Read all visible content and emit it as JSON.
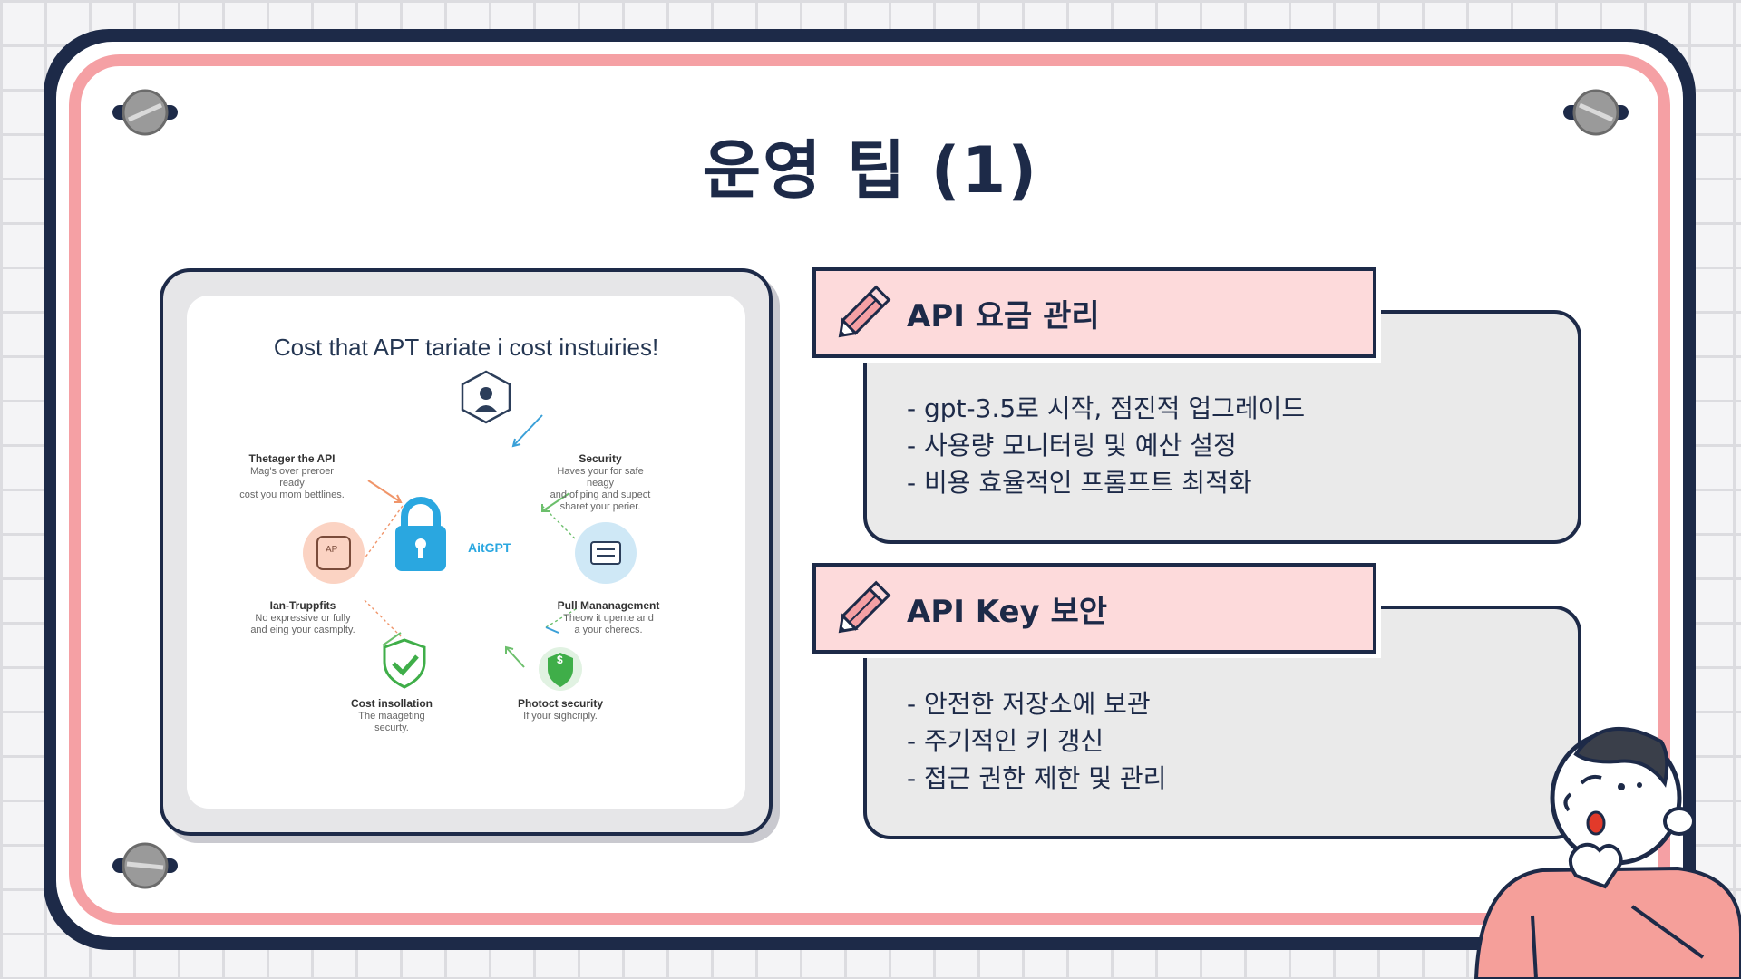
{
  "slide": {
    "title": "운영 팁 (1)"
  },
  "infographic": {
    "title": "Cost that APT tariate i cost instuiries!",
    "center_label": "AitGPT",
    "items": [
      {
        "heading": "Thetager the API",
        "text1": "Mag's over preroer ready",
        "text2": "cost you mom bettlines."
      },
      {
        "heading": "Security",
        "text1": "Haves your for safe neagy",
        "text2": "and ofiping and supect",
        "text3": "sharet your perier."
      },
      {
        "heading": "Ian-Truppfits",
        "text1": "No expressive or fully",
        "text2": "and eing your casmplty."
      },
      {
        "heading": "Pull Mananagement",
        "text1": "Theow it upente and",
        "text2": "a your chereсs."
      },
      {
        "heading": "Cost insollation",
        "text1": "The maageting",
        "text2": "securty."
      },
      {
        "heading": "Photoct security",
        "text1": "If your sighcriply."
      }
    ],
    "icon_badge_text": "AP",
    "shield_symbol": "$"
  },
  "cards": [
    {
      "title": "API 요금 관리",
      "icon": "pencil-icon",
      "items": [
        "- gpt-3.5로 시작, 점진적 업그레이드",
        "- 사용량 모니터링 및 예산 설정",
        "- 비용 효율적인 프롬프트 최적화"
      ]
    },
    {
      "title": "API Key 보안",
      "icon": "pencil-icon",
      "items": [
        "- 안전한 저장소에 보관",
        "- 주기적인 키 갱신",
        "- 접근 권한 제한 및 관리"
      ]
    }
  ],
  "colors": {
    "navy": "#1d2a48",
    "pink_border": "#f5a0a4",
    "header_pink": "#fddadb",
    "panel_gray": "#eaeaea",
    "lock_blue": "#2aa7e0",
    "check_green": "#3fae49",
    "arrow_orange": "#f0956a",
    "arrow_blue": "#3aa0d8",
    "arrow_green": "#6cbf6c"
  }
}
